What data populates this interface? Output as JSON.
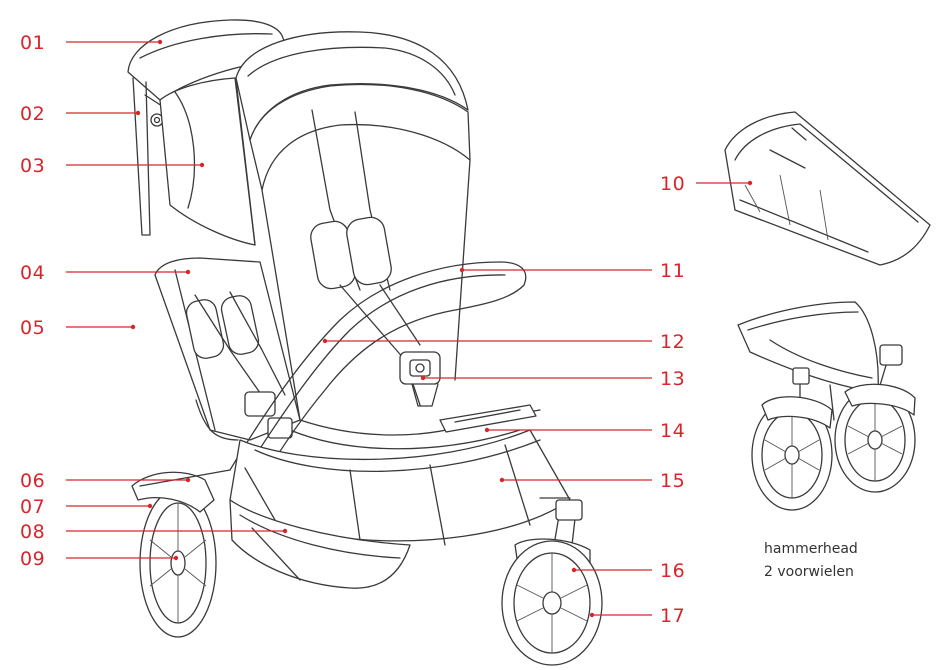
{
  "callouts": [
    {
      "label": "01"
    },
    {
      "label": "02"
    },
    {
      "label": "03"
    },
    {
      "label": "04"
    },
    {
      "label": "05"
    },
    {
      "label": "06"
    },
    {
      "label": "07"
    },
    {
      "label": "08"
    },
    {
      "label": "09"
    },
    {
      "label": "10"
    },
    {
      "label": "11"
    },
    {
      "label": "12"
    },
    {
      "label": "13"
    },
    {
      "label": "14"
    },
    {
      "label": "15"
    },
    {
      "label": "16"
    },
    {
      "label": "17"
    }
  ],
  "caption": {
    "line1": "hammerhead",
    "line2": "2 voorwielen"
  },
  "colors": {
    "callout": "#d7262b",
    "ink": "#3a3a3a"
  }
}
